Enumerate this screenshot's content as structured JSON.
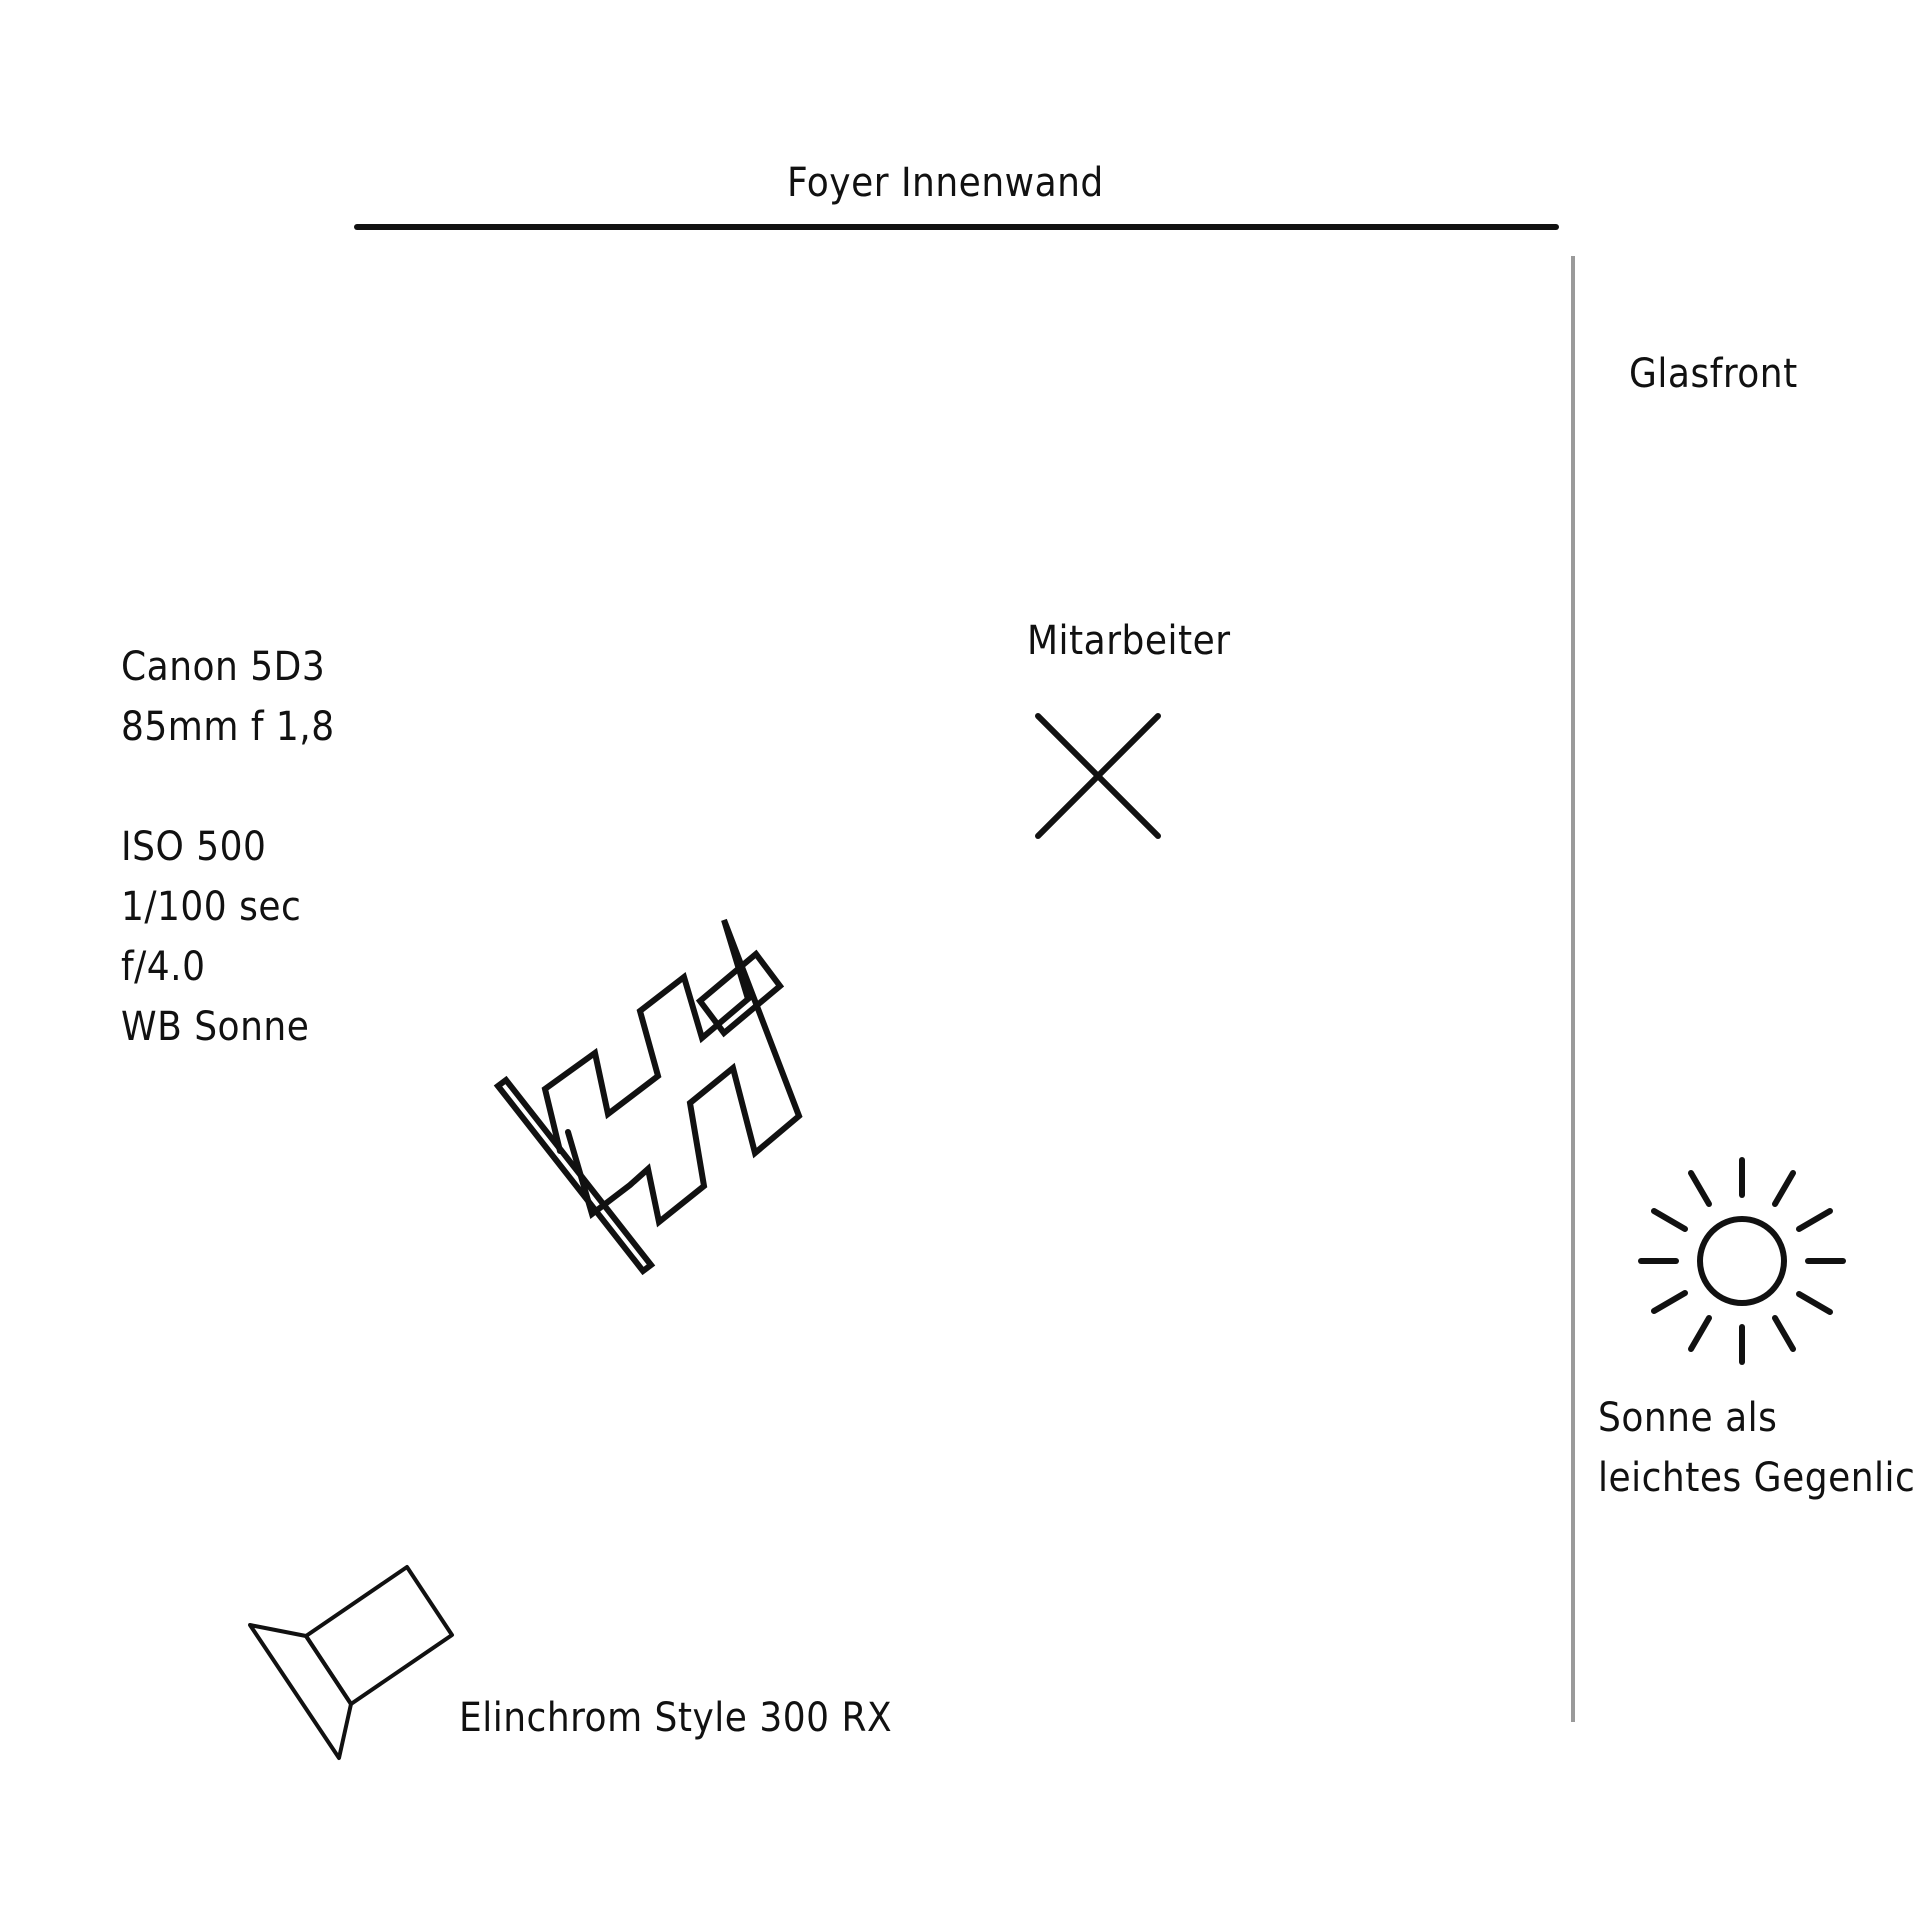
{
  "labels": {
    "wall": "Foyer Innenwand",
    "glass": "Glasfront",
    "subject": "Mitarbeiter",
    "camera_lines": [
      "Canon 5D3",
      "85mm f 1,8",
      "",
      "ISO 500",
      "1/100 sec",
      "f/4.0",
      "WB Sonne"
    ],
    "sun_lines": [
      "Sonne als",
      "leichtes Gegenlicht"
    ],
    "flash": "Elinchrom Style 300 RX"
  },
  "icons": {
    "wall": "wall-line",
    "glass": "glass-front-line",
    "subject": "x-mark-icon",
    "softbox": "softbox-icon",
    "sun": "sun-icon",
    "flash": "flash-head-icon"
  },
  "colors": {
    "ink": "#111111",
    "glass": "#9a9a9a",
    "background": "#ffffff"
  }
}
